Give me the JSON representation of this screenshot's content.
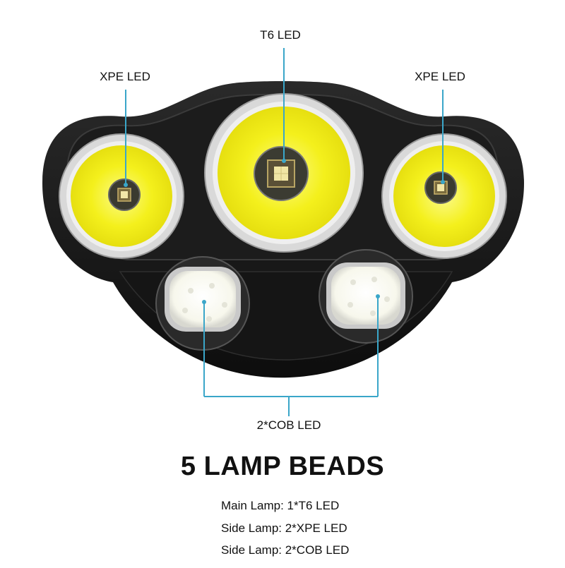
{
  "callouts": {
    "main_top": "T6 LED",
    "side_left": "XPE LED",
    "side_right": "XPE LED",
    "bottom": "2*COB LED"
  },
  "headline": "5 LAMP BEADS",
  "specs": [
    "Main Lamp: 1*T6 LED",
    "Side Lamp: 2*XPE LED",
    "Side Lamp: 2*COB LED"
  ],
  "colors": {
    "housing": "#111111",
    "led_yellow": "#f4f01c",
    "cob_white": "#fbfbf4",
    "callout_line": "#3aa6c9"
  }
}
